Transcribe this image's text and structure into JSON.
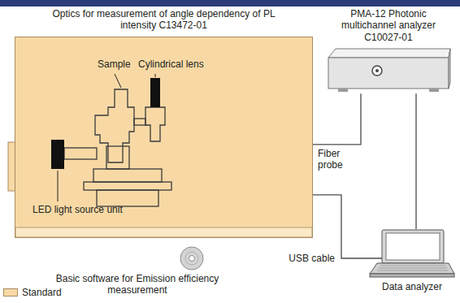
{
  "diagram": {
    "nodes": [
      {
        "text": [
          "Optics for measurement of angle dependency of PL intensity C13472-01"
        ]
      },
      {
        "text": [
          "PMA-12 Photonic multichannel analyzer C10027-01"
        ]
      },
      {
        "text": [
          "Data analyzer"
        ]
      }
    ],
    "edges": [
      {
        "from": 1,
        "to": 0,
        "arrow": "none",
        "label": "Fiber probe"
      },
      {
        "from": 0,
        "to": 2,
        "arrow": "none",
        "label": "USB cable"
      },
      {
        "from": 1,
        "to": 2,
        "arrow": "none"
      }
    ],
    "labels": [
      "Sample",
      "Cylindrical lens",
      "LED light source unit",
      "Basic software for Emission efficiency measurement"
    ],
    "legend": [
      {
        "text": "Standard",
        "color": "#f8d9a5"
      }
    ]
  }
}
